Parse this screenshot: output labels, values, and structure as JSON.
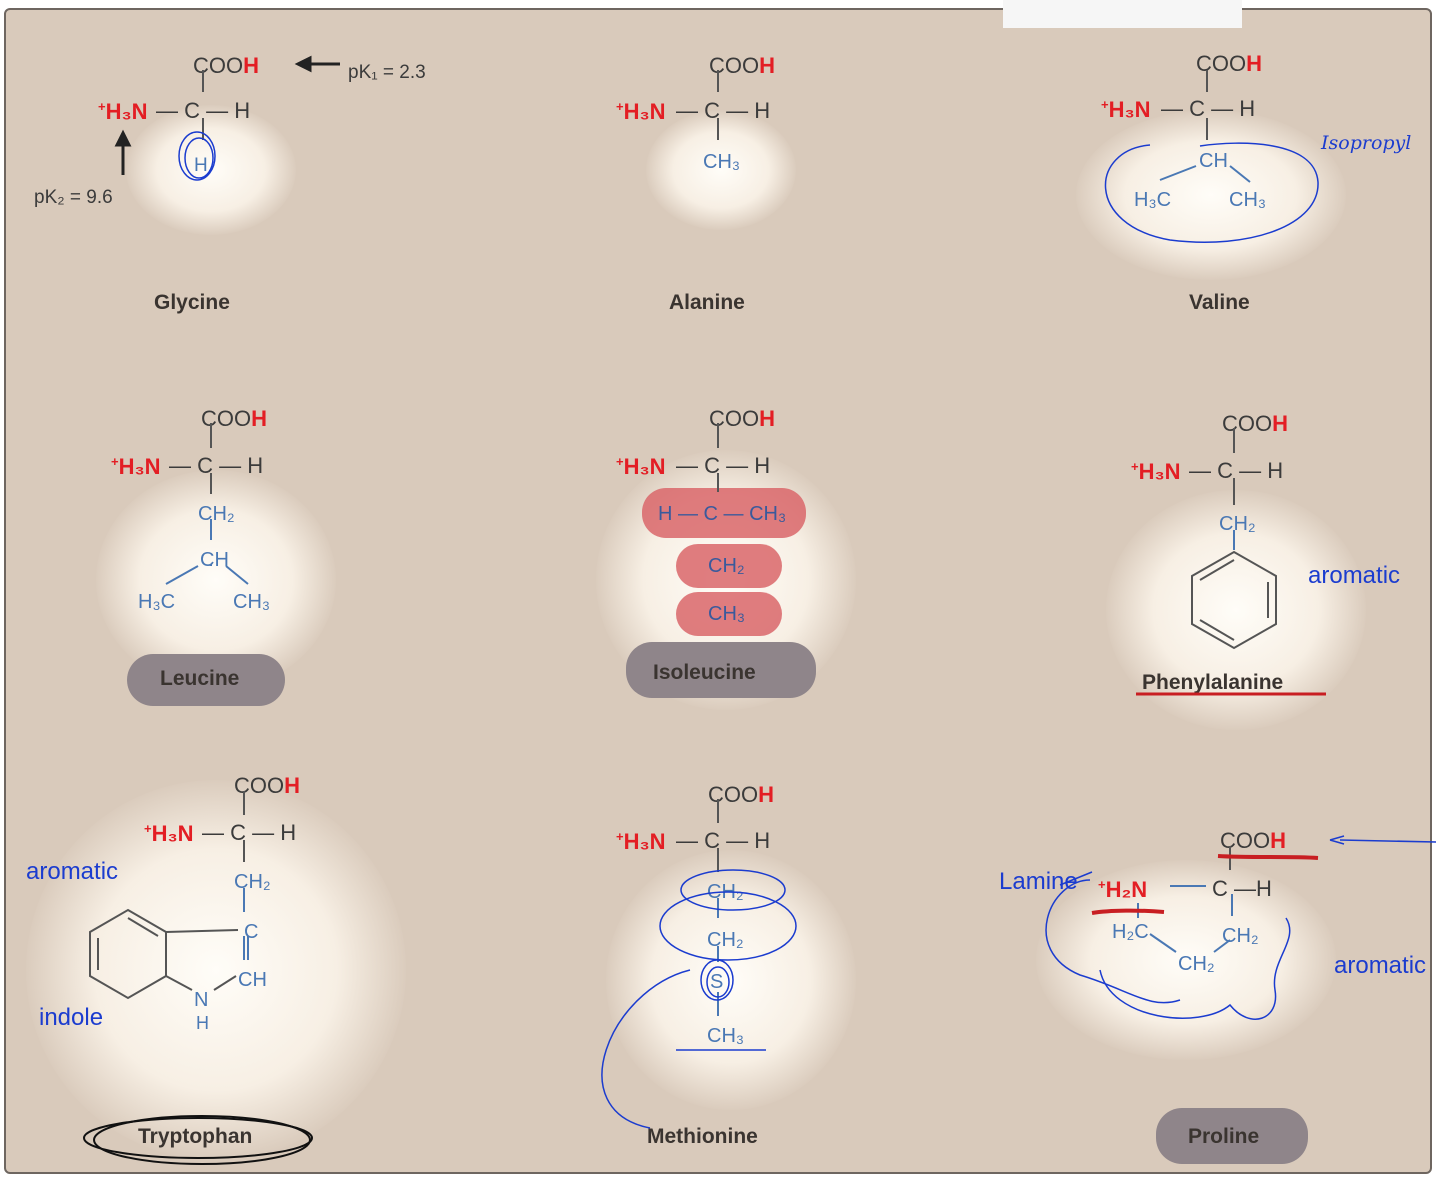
{
  "glycine": {
    "name": "Glycine",
    "side": "H",
    "pk1": "pK₁ = 2.3",
    "pk2": "pK₂ = 9.6"
  },
  "alanine": {
    "name": "Alanine",
    "side": "CH₃"
  },
  "valine": {
    "name": "Valine",
    "side_ch": "CH",
    "side_h3c": "H₃C",
    "side_ch3": "CH₃",
    "annotation": "Isopropyl"
  },
  "leucine": {
    "name": "Leucine",
    "ch2": "CH₂",
    "ch": "CH",
    "h3c": "H₃C",
    "ch3": "CH₃"
  },
  "isoleucine": {
    "name": "Isoleucine",
    "row1": "H — C — CH₃",
    "ch2": "CH₂",
    "ch3": "CH₃"
  },
  "phenylalanine": {
    "name": "Phenylalanine",
    "ch2": "CH₂",
    "annotation": "aromatic"
  },
  "tryptophan": {
    "name": "Tryptophan",
    "ch2": "CH₂",
    "c": "C",
    "ch": "CH",
    "n": "N",
    "h": "H",
    "annotation_aromatic": "aromatic",
    "annotation_indole": "indole"
  },
  "methionine": {
    "name": "Methionine",
    "ch2a": "CH₂",
    "ch2b": "CH₂",
    "s": "S",
    "ch3": "CH₃"
  },
  "proline": {
    "name": "Proline",
    "amine": "H₂N",
    "h2c": "H₂C",
    "ch2a": "CH₂",
    "ch2b": "CH₂",
    "annotation_amine": "Lamine",
    "annotation_aromatic": "aromatic"
  },
  "common": {
    "coo": "COO",
    "h": "H",
    "h3n": "H₃N",
    "plus": "+",
    "c": "C"
  }
}
